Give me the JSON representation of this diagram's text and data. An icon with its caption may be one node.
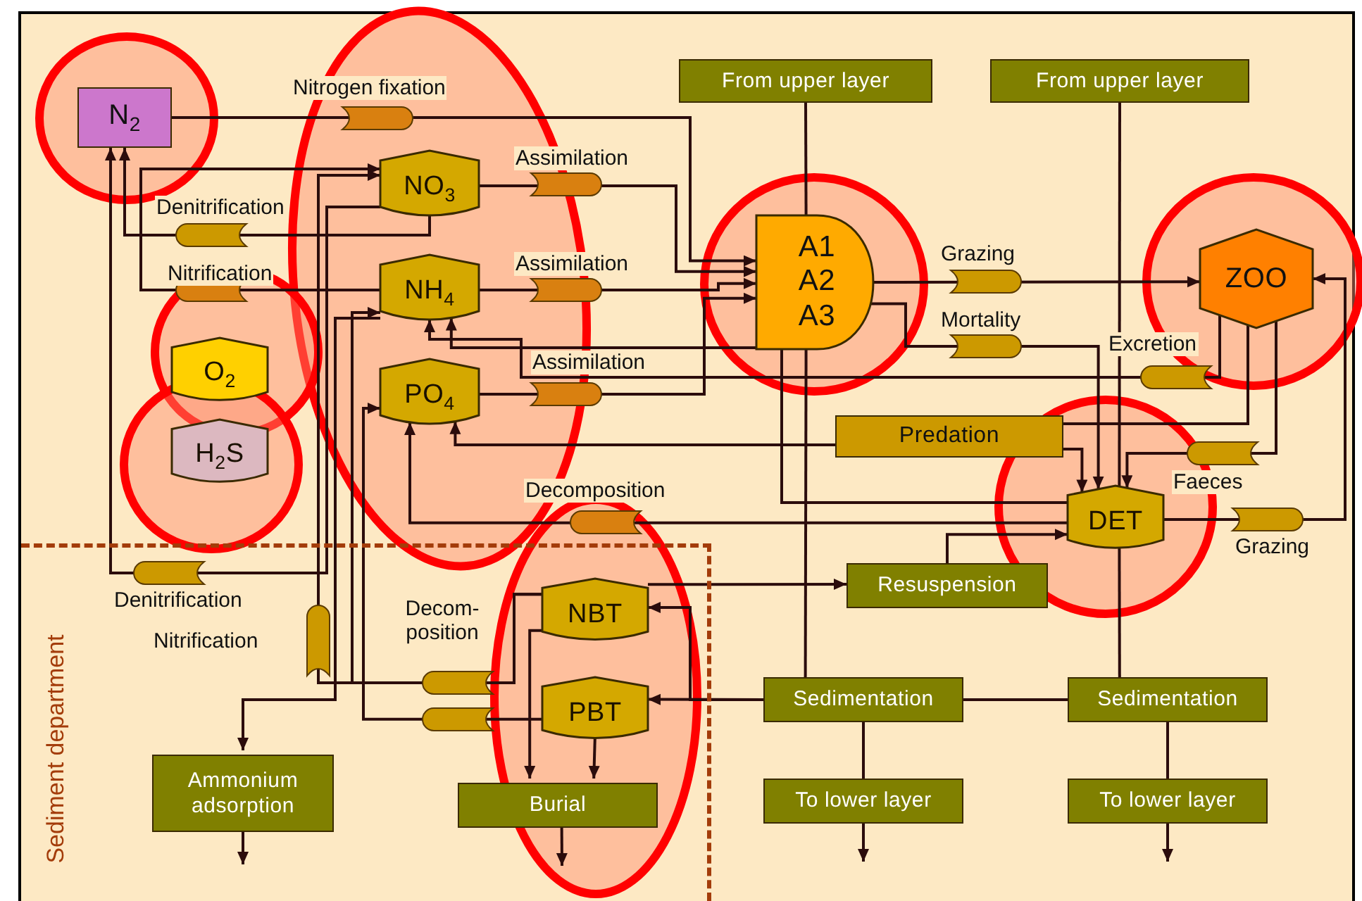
{
  "diagram": {
    "nodes": [
      {
        "text": [
          "N$_{2}$"
        ]
      },
      {
        "text": [
          "NO$_{3}$"
        ]
      },
      {
        "text": [
          "NH$_{4}$"
        ]
      },
      {
        "text": [
          "PO$_{4}$"
        ]
      },
      {
        "text": [
          "O$_{2}$"
        ]
      },
      {
        "text": [
          "H$_{2}$S"
        ]
      },
      {
        "text": [
          "A1",
          "A2",
          "A3"
        ]
      },
      {
        "text": [
          "ZOO"
        ]
      },
      {
        "text": [
          "DET"
        ]
      },
      {
        "text": [
          "Predation"
        ]
      },
      {
        "text": [
          "From  upper layer"
        ]
      },
      {
        "text": [
          "From  upper layer"
        ]
      },
      {
        "text": [
          "Resuspension"
        ]
      },
      {
        "text": [
          "Sedimentation"
        ]
      },
      {
        "text": [
          "Sedimentation"
        ]
      },
      {
        "text": [
          "To lower layer"
        ]
      },
      {
        "text": [
          "To lower layer"
        ]
      },
      {
        "text": [
          "Sediment department"
        ]
      },
      {
        "text": [
          "NBT"
        ],
        "in": 17
      },
      {
        "text": [
          "PBT"
        ],
        "in": 17
      },
      {
        "text": [
          "Burial"
        ],
        "in": 17
      },
      {
        "text": [
          "Ammonium adsorption"
        ],
        "in": 17
      }
    ],
    "edges": [
      {
        "from": 0,
        "to": 6,
        "arrow": "to",
        "label": "Nitrogen fixation"
      },
      {
        "from": 1,
        "to": 6,
        "arrow": "to",
        "label": "Assimilation"
      },
      {
        "from": 2,
        "to": 6,
        "arrow": "to",
        "label": "Assimilation"
      },
      {
        "from": 3,
        "to": 6,
        "arrow": "to",
        "label": "Assimilation"
      },
      {
        "from": 1,
        "to": 0,
        "arrow": "to",
        "label": "Denitrification"
      },
      {
        "from": 2,
        "to": 1,
        "arrow": "to",
        "label": "Nitrification"
      },
      {
        "from": 6,
        "to": 7,
        "arrow": "to",
        "label": "Grazing"
      },
      {
        "from": 6,
        "to": 8,
        "arrow": "to",
        "label": "Mortality"
      },
      {
        "from": 7,
        "to": 2,
        "arrow": "to",
        "label": "Excretion"
      },
      {
        "from": 7,
        "to": 8,
        "arrow": "to",
        "label": "Faeces"
      },
      {
        "from": 8,
        "to": 7,
        "arrow": "to",
        "label": "Grazing"
      },
      {
        "from": 8,
        "to": 3,
        "arrow": "to",
        "label": "Decomposition"
      },
      {
        "from": 8,
        "to": 2,
        "arrow": "to"
      },
      {
        "from": 9,
        "to": 8,
        "arrow": "to"
      },
      {
        "from": 9,
        "to": 3,
        "arrow": "to"
      },
      {
        "from": 7,
        "to": 9,
        "arrow": "none"
      },
      {
        "from": 10,
        "to": 6,
        "arrow": "none"
      },
      {
        "from": 6,
        "to": 13,
        "arrow": "none"
      },
      {
        "from": 11,
        "to": 8,
        "arrow": "none"
      },
      {
        "from": 8,
        "to": 14,
        "arrow": "none"
      },
      {
        "from": 13,
        "to": 15,
        "arrow": "none"
      },
      {
        "from": 14,
        "to": 16,
        "arrow": "none"
      },
      {
        "from": 13,
        "to": 14,
        "arrow": "none"
      },
      {
        "from": 13,
        "to": 19,
        "arrow": "to"
      },
      {
        "from": 13,
        "to": 18,
        "arrow": "to"
      },
      {
        "from": 18,
        "to": 12,
        "arrow": "to"
      },
      {
        "from": 12,
        "to": 8,
        "arrow": "to"
      },
      {
        "from": 18,
        "to": 20,
        "arrow": "to"
      },
      {
        "from": 19,
        "to": 20,
        "arrow": "to"
      },
      {
        "from": 20,
        "to": null,
        "arrow": "to"
      },
      {
        "from": 15,
        "to": null,
        "arrow": "to"
      },
      {
        "from": 16,
        "to": null,
        "arrow": "to"
      },
      {
        "from": 21,
        "to": null,
        "arrow": "to"
      },
      {
        "from": 18,
        "to": 2,
        "arrow": "to",
        "label": "Decom- position"
      },
      {
        "from": 19,
        "to": 3,
        "arrow": "to"
      },
      {
        "from": 2,
        "to": 21,
        "arrow": "to"
      },
      {
        "from": 1,
        "to": 0,
        "arrow": "to",
        "label": "Denitrification"
      },
      {
        "from": 18,
        "to": 1,
        "arrow": "to",
        "label": "Nitrification"
      }
    ]
  }
}
